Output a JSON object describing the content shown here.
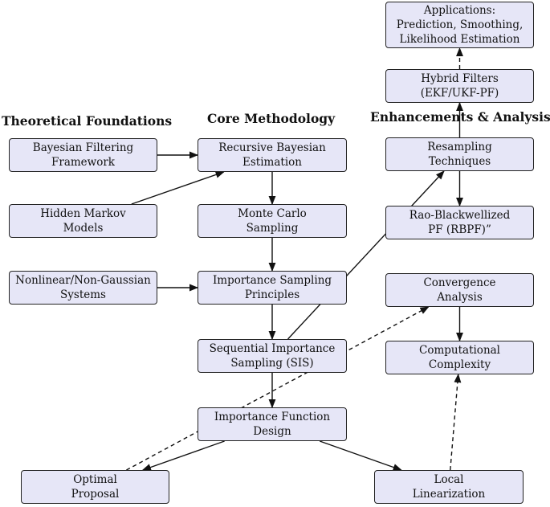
{
  "sections": {
    "theory": "Theoretical Foundations",
    "core": "Core Methodology",
    "enhance": "Enhancements & Analysis"
  },
  "nodes": {
    "bayes_framework": [
      "Bayesian Filtering",
      "Framework"
    ],
    "hmm": [
      "Hidden Markov",
      "Models"
    ],
    "nonlinear": [
      "Nonlinear/Non-Gaussian",
      "Systems"
    ],
    "recursive": [
      "Recursive Bayesian",
      "Estimation"
    ],
    "monte_carlo": [
      "Monte Carlo",
      "Sampling"
    ],
    "importance_principles": [
      "Importance Sampling",
      "Principles"
    ],
    "sis": [
      "Sequential Importance",
      "Sampling (SIS)"
    ],
    "importance_function": [
      "Importance Function",
      "Design"
    ],
    "optimal": [
      "Optimal",
      "Proposal"
    ],
    "local_lin": [
      "Local",
      "Linearization"
    ],
    "applications": [
      "Applications:",
      "Prediction, Smoothing,",
      "Likelihood Estimation"
    ],
    "hybrid": [
      "Hybrid Filters",
      "(EKF/UKF-PF)"
    ],
    "resampling": [
      "Resampling",
      "Techniques"
    ],
    "rbpf": [
      "Rao-Blackwellized",
      "PF (RBPF)”"
    ],
    "convergence": [
      "Convergence",
      "Analysis"
    ],
    "complexity": [
      "Computational",
      "Complexity"
    ]
  },
  "edges": [
    {
      "from": "bayes_framework",
      "to": "recursive",
      "style": "solid"
    },
    {
      "from": "hmm",
      "to": "recursive",
      "style": "solid"
    },
    {
      "from": "nonlinear",
      "to": "importance_principles",
      "style": "solid"
    },
    {
      "from": "recursive",
      "to": "monte_carlo",
      "style": "solid"
    },
    {
      "from": "monte_carlo",
      "to": "importance_principles",
      "style": "solid"
    },
    {
      "from": "importance_principles",
      "to": "sis",
      "style": "solid"
    },
    {
      "from": "sis",
      "to": "importance_function",
      "style": "solid"
    },
    {
      "from": "importance_function",
      "to": "optimal",
      "style": "solid"
    },
    {
      "from": "importance_function",
      "to": "local_lin",
      "style": "solid"
    },
    {
      "from": "sis",
      "to": "resampling",
      "style": "solid"
    },
    {
      "from": "resampling",
      "to": "hybrid",
      "style": "solid"
    },
    {
      "from": "hybrid",
      "to": "applications",
      "style": "dashed"
    },
    {
      "from": "resampling",
      "to": "rbpf",
      "style": "solid"
    },
    {
      "from": "convergence",
      "to": "complexity",
      "style": "solid"
    },
    {
      "from": "optimal",
      "to": "convergence",
      "style": "dashed"
    },
    {
      "from": "local_lin",
      "to": "complexity",
      "style": "dashed"
    }
  ]
}
